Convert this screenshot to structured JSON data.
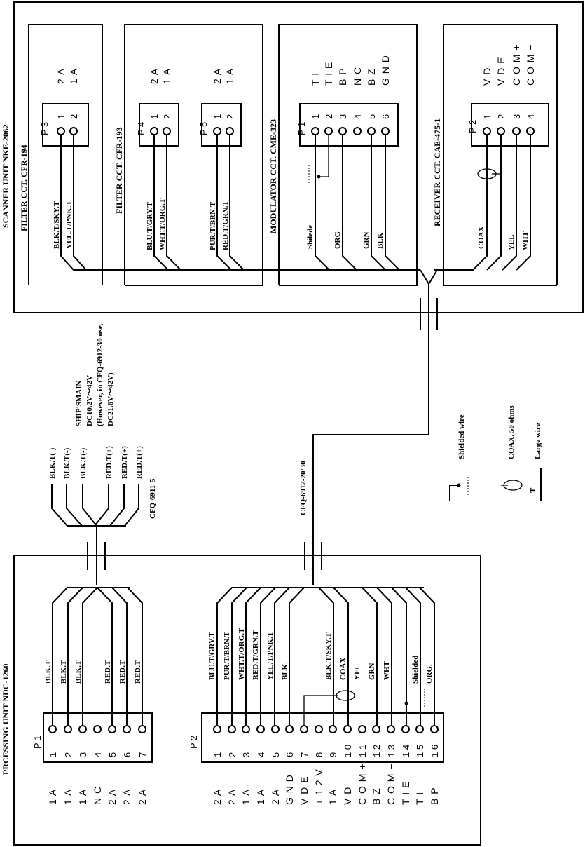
{
  "scanner": {
    "title": "SCANNER UNIT  NKE-2062",
    "modules": [
      {
        "title": "FILTER CCT. CFR-194",
        "connector": "P 3",
        "pins": [
          "1",
          "2"
        ],
        "signals": [
          "2 A",
          "1 A"
        ],
        "wires": [
          "BLK.T/SKY.T",
          "YEL.T/PNK.T"
        ]
      },
      {
        "title": "FILTER CCT. CFR-193",
        "connector": "P 4",
        "pins": [
          "1",
          "2"
        ],
        "signals": [
          "2 A",
          "1 A"
        ],
        "wires": [
          "BLU.T/GRY.T",
          "WHT.T/ORG.T"
        ]
      },
      {
        "title": "",
        "connector": "P 5",
        "pins": [
          "1",
          "2"
        ],
        "signals": [
          "2 A",
          "1 A"
        ],
        "wires": [
          "PUR.T/BRN.T",
          "RED.T/GRN.T"
        ]
      },
      {
        "title": "MODULATOR CCT. CME-323",
        "connector": "P 1",
        "pins": [
          "1",
          "2",
          "3",
          "4",
          "5",
          "6"
        ],
        "signals": [
          "T I",
          "T I E",
          "B P",
          "N C",
          "B Z",
          "G N D"
        ],
        "wires": [
          "Shilede",
          "ORG",
          "GRN",
          "BLK"
        ]
      },
      {
        "title": "RECEIVER CCT. CAE-475-1",
        "connector": "P 2",
        "pins": [
          "1",
          "2",
          "3",
          "4"
        ],
        "signals": [
          "V D",
          "V D E",
          "C O M +",
          "C O M −"
        ],
        "wires": [
          "COAX",
          "YEL",
          "WHT"
        ]
      }
    ]
  },
  "power": {
    "cable": "CFQ-6911-5",
    "wires": [
      "BLK.T(-)",
      "BLK.T(-)",
      "BLK.T(-)",
      "RED.T(+)",
      "RED.T(+)",
      "RED.T(+)"
    ],
    "note": [
      "SHIP'SMAIN",
      "DC10.2V～42V",
      "(However, in CFQ-6912-30 use,",
      "DC21.6V～42V)"
    ]
  },
  "main_cable": "CFQ-6912-20/30",
  "legend": {
    "shielded": "Shielded wire",
    "coax": "COAX.  50 ohms",
    "large": "Large wire",
    "large_symbol": "T"
  },
  "processing": {
    "title": "PRCESSING UNIT  NDC-1260",
    "p1": {
      "connector": "P 1",
      "pins": [
        "1",
        "2",
        "3",
        "4",
        "5",
        "6",
        "7"
      ],
      "signals": [
        "1 A",
        "1 A",
        "1 A",
        "N C",
        "2 A",
        "2 A",
        "2 A"
      ],
      "wires": [
        "BLK.T",
        "BLK.T",
        "BLK.T",
        "RED.T",
        "RED.T",
        "RED.T"
      ]
    },
    "p2": {
      "connector": "P 2",
      "pins": [
        "1",
        "2",
        "3",
        "4",
        "5",
        "6",
        "7",
        "8",
        "9",
        "1 0",
        "1 1",
        "1 2",
        "1 3",
        "1 4",
        "1 5",
        "1 6"
      ],
      "signals": [
        "2 A",
        "2 A",
        "1 A",
        "1 A",
        "2 A",
        "G N D",
        "V D E",
        "+ 1 2 V",
        "1 A",
        "V D",
        "C O M +",
        "B Z",
        "C O M −",
        "T I E",
        "T I",
        "B P"
      ],
      "wires": [
        "BLU.T/GRY.T",
        "PUR.T/BRN.T",
        "WHT.T/ORG.T",
        "RED.T/GRN.T",
        "YEL.T/PNK.T",
        "BLK.",
        "BLK.T/SKY.T",
        "COAX",
        "YEL",
        "GRN",
        "WHT",
        "Shielded",
        "ORG."
      ]
    }
  }
}
